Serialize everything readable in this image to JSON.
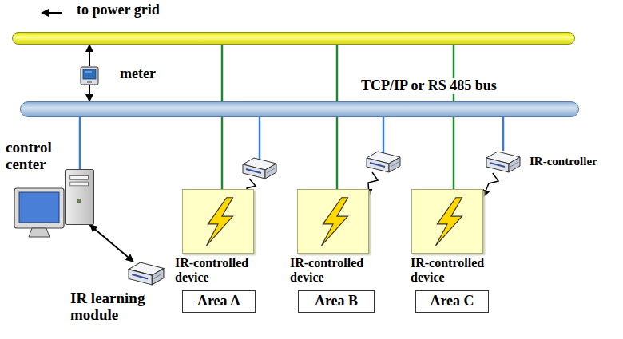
{
  "diagram": {
    "nodes": [
      {
        "text": [
          "to power grid"
        ]
      },
      {
        "text": [
          "meter"
        ]
      },
      {
        "text": [
          "TCP/IP or RS 485 bus"
        ]
      },
      {
        "text": [
          "control center"
        ]
      },
      {
        "text": [
          "IR learning module"
        ]
      },
      {
        "text": [
          "IR-controlled device"
        ]
      },
      {
        "text": [
          "Area A"
        ]
      },
      {
        "text": [
          "IR-controlled device"
        ]
      },
      {
        "text": [
          "Area B"
        ]
      },
      {
        "text": [
          "IR-controller"
        ]
      },
      {
        "text": [
          "IR-controlled device"
        ]
      },
      {
        "text": [
          "Area C"
        ]
      }
    ],
    "edges": [
      {
        "from": 1,
        "to": 0,
        "arrow": "to"
      },
      {
        "from": 1,
        "to": 2,
        "arrow": "to"
      },
      {
        "from": 0,
        "to": 5,
        "arrow": "none"
      },
      {
        "from": 0,
        "to": 7,
        "arrow": "none"
      },
      {
        "from": 0,
        "to": 10,
        "arrow": "none"
      },
      {
        "from": 2,
        "to": 3,
        "arrow": "none"
      },
      {
        "from": 3,
        "to": 4,
        "arrow": "both"
      },
      {
        "from": 2,
        "to": 9,
        "arrow": "none"
      },
      {
        "from": 9,
        "to": 10,
        "arrow": "to"
      }
    ]
  }
}
